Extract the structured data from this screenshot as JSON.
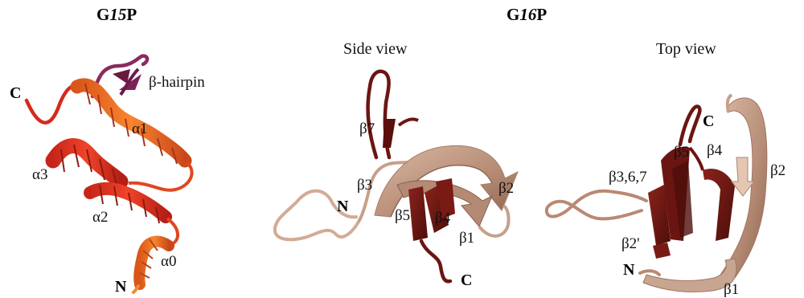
{
  "panels": {
    "g15p": {
      "prefix": "G",
      "number": "15",
      "suffix": "P"
    },
    "g16p": {
      "prefix": "G",
      "number": "16",
      "suffix": "P"
    }
  },
  "views": {
    "side": "Side view",
    "top": "Top view"
  },
  "labels": {
    "g15p": {
      "c": "C",
      "n": "N",
      "hairpin": "β-hairpin",
      "a1": "α1",
      "a2": "α2",
      "a3": "α3",
      "a0": "α0"
    },
    "side": {
      "b7": "β7",
      "b3": "β3",
      "n": "N",
      "b5": "β5",
      "b4": "β4",
      "b2": "β2",
      "b1": "β1",
      "c": "C"
    },
    "top": {
      "c": "C",
      "b5": "β5",
      "b4": "β4",
      "b2": "β2",
      "b367": "β3,6,7",
      "b2p": "β2'",
      "n": "N",
      "b1": "β1"
    }
  },
  "colors": {
    "helix_red": "#e0301e",
    "helix_orange": "#ee6a1c",
    "hairpin_purple": "#7a1f57",
    "strand_dark": "#6b1512",
    "strand_light": "#c7a08a",
    "coil_tan": "#b98973"
  }
}
